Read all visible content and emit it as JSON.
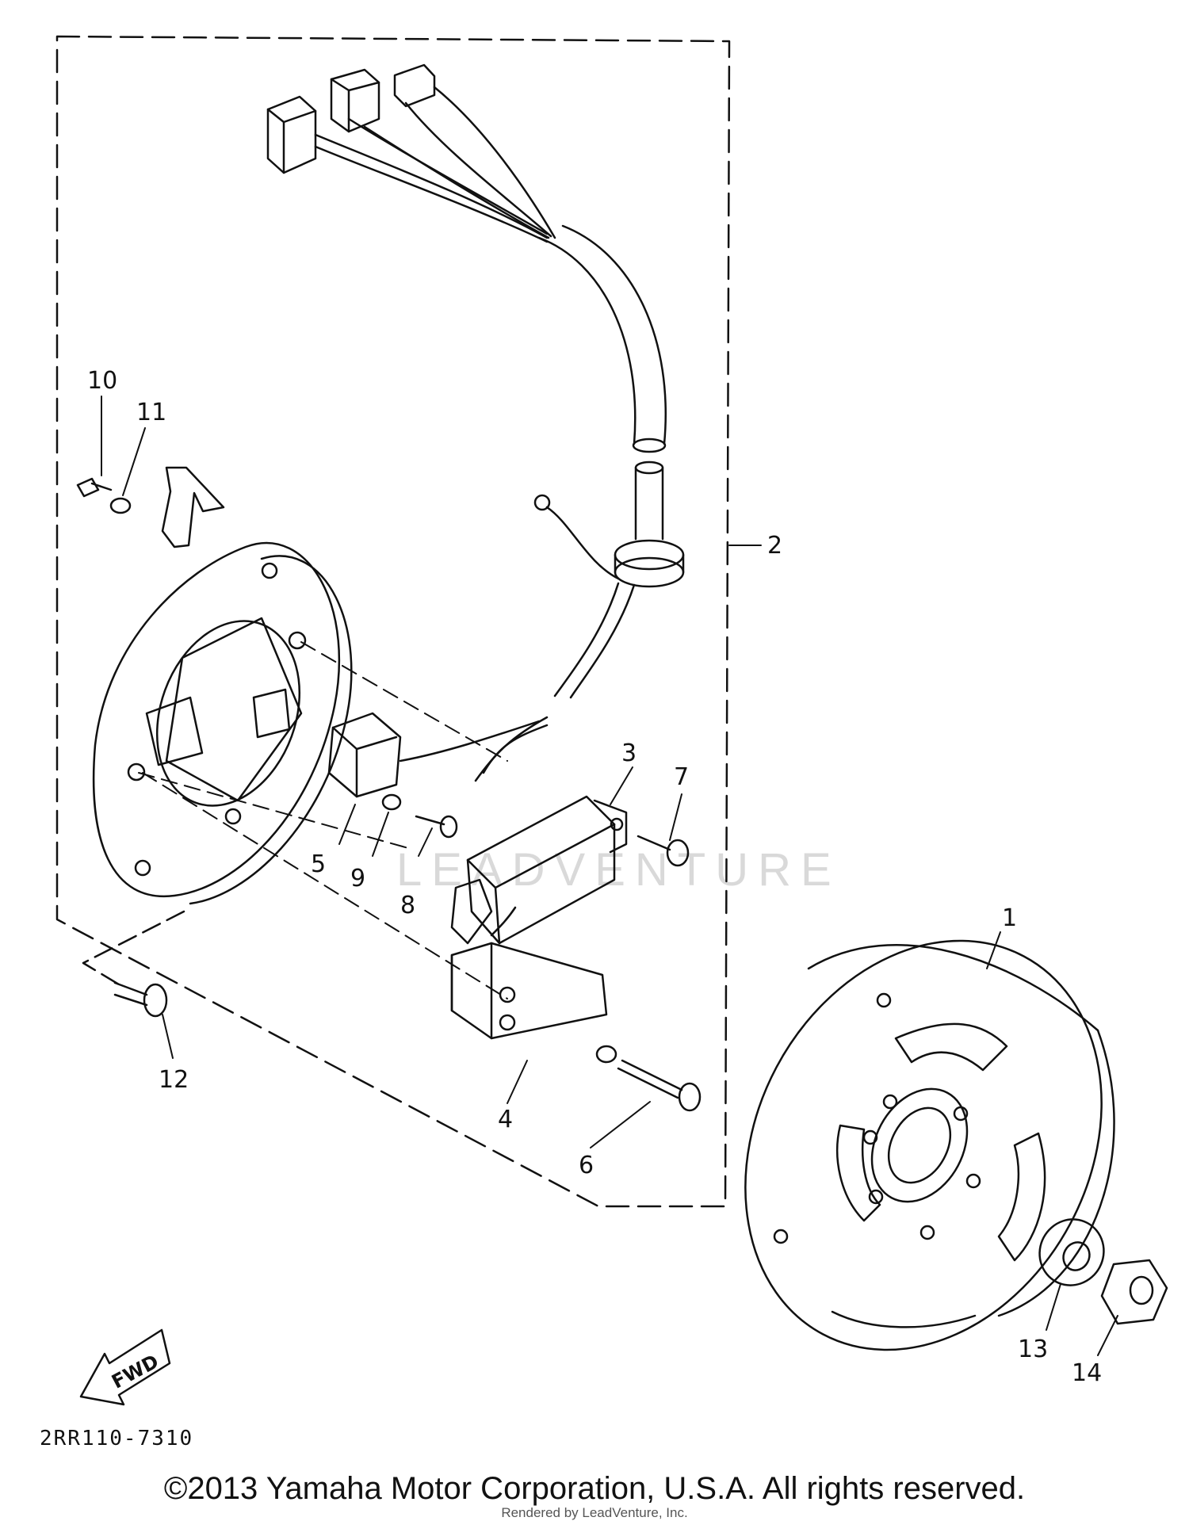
{
  "diagram": {
    "drawing_code": "2RR110-7310",
    "fwd_label": "FWD",
    "watermark": "LEADVENTURE",
    "callouts": [
      {
        "id": "1",
        "label": "1"
      },
      {
        "id": "2",
        "label": "2"
      },
      {
        "id": "3",
        "label": "3"
      },
      {
        "id": "4",
        "label": "4"
      },
      {
        "id": "5",
        "label": "5"
      },
      {
        "id": "6",
        "label": "6"
      },
      {
        "id": "7",
        "label": "7"
      },
      {
        "id": "8",
        "label": "8"
      },
      {
        "id": "9",
        "label": "9"
      },
      {
        "id": "10",
        "label": "10"
      },
      {
        "id": "11",
        "label": "11"
      },
      {
        "id": "12",
        "label": "12"
      },
      {
        "id": "13",
        "label": "13"
      },
      {
        "id": "14",
        "label": "14"
      }
    ]
  },
  "footer": {
    "copyright": "©2013 Yamaha Motor Corporation, U.S.A. All rights reserved.",
    "rendered_by": "Rendered by LeadVenture, Inc."
  }
}
